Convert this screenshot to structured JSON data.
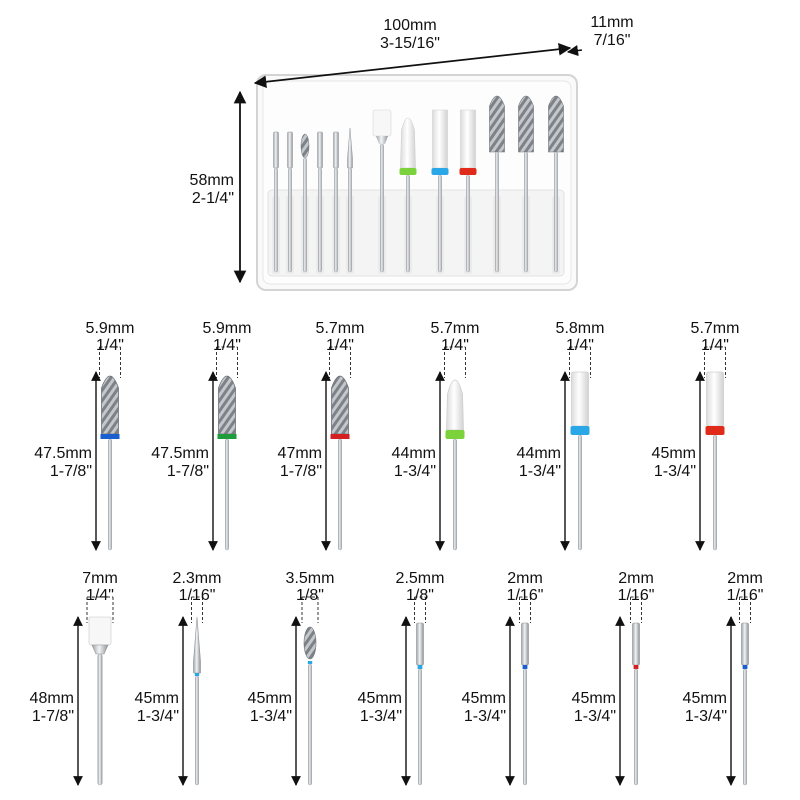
{
  "case": {
    "width": {
      "mm": "100mm",
      "inch": "3-15/16\""
    },
    "depth": {
      "mm": "11mm",
      "inch": "7/16\""
    },
    "height": {
      "mm": "58mm",
      "inch": "2-1/4\""
    }
  },
  "colors": {
    "blue": "#1a5fd0",
    "green": "#1e9b3a",
    "red": "#d42020",
    "lime": "#7bd23a",
    "sky": "#2aa7e6",
    "scarlet": "#e02a1a",
    "metal": "#c9ccd0",
    "ceramic": "#f3f3f3"
  },
  "bits": [
    {
      "dia_mm": "5.9mm",
      "dia_in": "1/4\"",
      "len_mm": "47.5mm",
      "len_in": "1-7/8\"",
      "type": "carbide-cone",
      "band": "blue"
    },
    {
      "dia_mm": "5.9mm",
      "dia_in": "1/4\"",
      "len_mm": "47.5mm",
      "len_in": "1-7/8\"",
      "type": "carbide-cone",
      "band": "green"
    },
    {
      "dia_mm": "5.7mm",
      "dia_in": "1/4\"",
      "len_mm": "47mm",
      "len_in": "1-7/8\"",
      "type": "carbide-cone",
      "band": "red"
    },
    {
      "dia_mm": "5.7mm",
      "dia_in": "1/4\"",
      "len_mm": "44mm",
      "len_in": "1-3/4\"",
      "type": "ceramic-flame",
      "band": "lime"
    },
    {
      "dia_mm": "5.8mm",
      "dia_in": "1/4\"",
      "len_mm": "44mm",
      "len_in": "1-3/4\"",
      "type": "ceramic-barrel",
      "band": "sky"
    },
    {
      "dia_mm": "5.7mm",
      "dia_in": "1/4\"",
      "len_mm": "45mm",
      "len_in": "1-3/4\"",
      "type": "ceramic-barrel",
      "band": "scarlet"
    },
    {
      "dia_mm": "7mm",
      "dia_in": "1/4\"",
      "len_mm": "48mm",
      "len_in": "1-7/8\"",
      "type": "brush",
      "band": ""
    },
    {
      "dia_mm": "2.3mm",
      "dia_in": "1/16\"",
      "len_mm": "45mm",
      "len_in": "1-3/4\"",
      "type": "needle",
      "band": "sky"
    },
    {
      "dia_mm": "3.5mm",
      "dia_in": "1/8\"",
      "len_mm": "45mm",
      "len_in": "1-3/4\"",
      "type": "bud",
      "band": "sky"
    },
    {
      "dia_mm": "2.5mm",
      "dia_in": "1/8\"",
      "len_mm": "45mm",
      "len_in": "1-3/4\"",
      "type": "cylinder",
      "band": "sky"
    },
    {
      "dia_mm": "2mm",
      "dia_in": "1/16\"",
      "len_mm": "45mm",
      "len_in": "1-3/4\"",
      "type": "cylinder",
      "band": "blue"
    },
    {
      "dia_mm": "2mm",
      "dia_in": "1/16\"",
      "len_mm": "45mm",
      "len_in": "1-3/4\"",
      "type": "cylinder",
      "band": "red"
    },
    {
      "dia_mm": "2mm",
      "dia_in": "1/16\"",
      "len_mm": "45mm",
      "len_in": "1-3/4\"",
      "type": "cylinder",
      "band": "blue"
    }
  ]
}
